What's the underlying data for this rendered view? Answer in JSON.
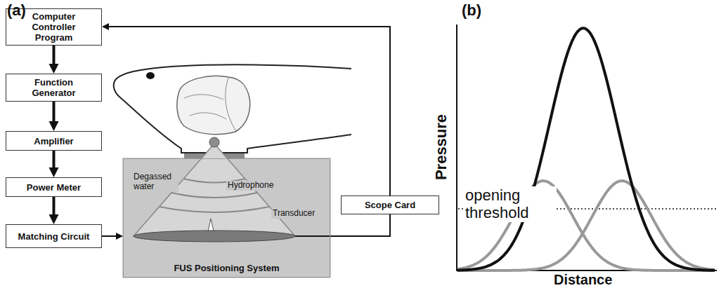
{
  "diagram": {
    "nodes": [
      {
        "text": [
          "Computer Controller Program"
        ]
      },
      {
        "text": [
          "Function Generator"
        ]
      },
      {
        "text": [
          "Amplifier"
        ]
      },
      {
        "text": [
          "Power Meter"
        ]
      },
      {
        "text": [
          "Matching Circuit"
        ]
      },
      {
        "text": [
          "FUS Positioning System"
        ]
      },
      {
        "text": [
          "Scope Card"
        ]
      }
    ],
    "edges": [
      {
        "from": 0,
        "to": 1,
        "arrow": "to"
      },
      {
        "from": 1,
        "to": 2,
        "arrow": "to"
      },
      {
        "from": 2,
        "to": 3,
        "arrow": "to"
      },
      {
        "from": 3,
        "to": 4,
        "arrow": "to"
      },
      {
        "from": 4,
        "to": 5,
        "arrow": "to"
      },
      {
        "from": 5,
        "to": 6,
        "arrow": "none"
      },
      {
        "from": 6,
        "to": 0,
        "arrow": "to"
      }
    ],
    "labels": [
      "(a)",
      "(b)",
      "Degassed water",
      "Hydrophone",
      "Transducer",
      "Pressure",
      "Distance",
      "opening threshold"
    ]
  }
}
